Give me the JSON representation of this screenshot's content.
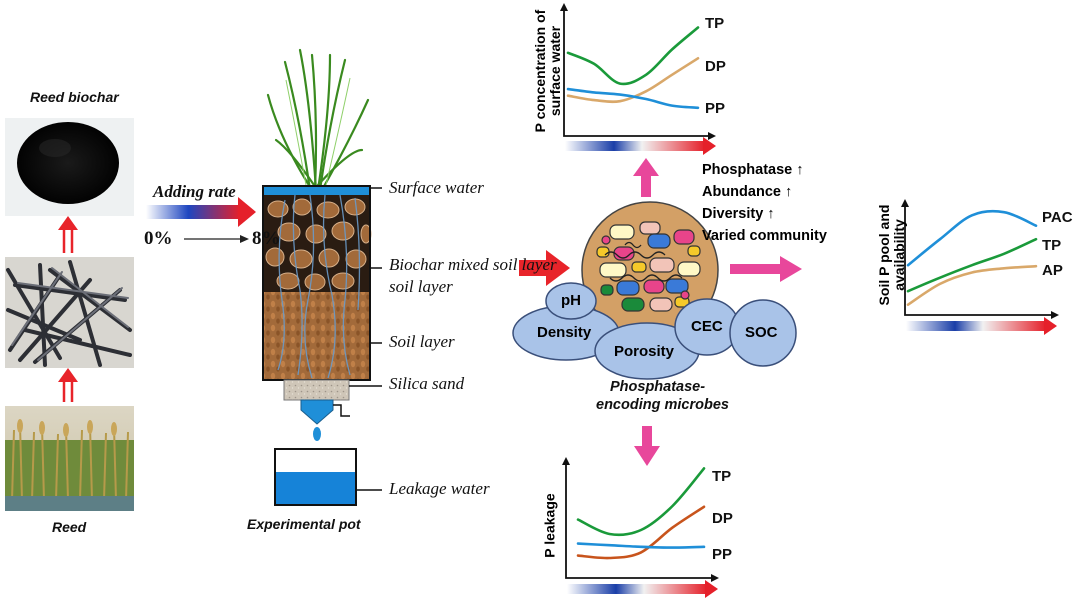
{
  "left_column": {
    "biochar_label": "Reed biochar",
    "reed_label": "Reed"
  },
  "adding": {
    "label": "Adding rate",
    "from": "0%",
    "to": "8%"
  },
  "pot": {
    "caption": "Experimental pot",
    "layers": [
      "Surface water",
      "Biochar mixed soil layer",
      "Soil layer",
      "Silica sand",
      "Leakage water"
    ],
    "layer_line2": "soil layer"
  },
  "microbes": {
    "caption_line1": "Phosphatase-",
    "caption_line2": "encoding microbes",
    "properties": [
      "pH",
      "Density",
      "Porosity",
      "CEC",
      "SOC"
    ],
    "effects": [
      "Phosphatase ↑",
      "Abundance ↑",
      "Diversity ↑",
      "Varied community"
    ]
  },
  "colors": {
    "tp": "#1a9a3a",
    "dp": "#d9a86a",
    "pp": "#1f8fd8",
    "dp_leak": "#c8541c",
    "pac": "#1f8fd8",
    "ap": "#d9a86a",
    "arrow_pink": "#e8479b",
    "arrow_red": "#e8242a"
  },
  "chart_data": [
    {
      "type": "line",
      "id": "surface",
      "ylabel_line1": "P concentration of",
      "ylabel_line2": "surface water",
      "xlabel": "",
      "series": [
        {
          "name": "TP",
          "values": [
            0.72,
            0.62,
            0.44,
            0.52,
            0.75,
            0.95
          ]
        },
        {
          "name": "DP",
          "values": [
            0.33,
            0.29,
            0.28,
            0.37,
            0.52,
            0.67
          ]
        },
        {
          "name": "PP",
          "values": [
            0.39,
            0.36,
            0.34,
            0.3,
            0.24,
            0.22
          ]
        }
      ]
    },
    {
      "type": "line",
      "id": "availability",
      "ylabel_line1": "Soil P pool and",
      "ylabel_line2": "availability",
      "xlabel": "",
      "series": [
        {
          "name": "PAC",
          "values": [
            0.45,
            0.7,
            0.93,
            0.96,
            0.83
          ]
        },
        {
          "name": "TP",
          "values": [
            0.2,
            0.33,
            0.45,
            0.56,
            0.7
          ]
        },
        {
          "name": "AP",
          "values": [
            0.07,
            0.27,
            0.38,
            0.42,
            0.44
          ]
        }
      ]
    },
    {
      "type": "line",
      "id": "leakage",
      "ylabel_line1": "P leakage",
      "ylabel_line2": "",
      "xlabel": "",
      "series": [
        {
          "name": "TP",
          "values": [
            0.68,
            0.5,
            0.55,
            0.85,
            1.32
          ]
        },
        {
          "name": "DP",
          "values": [
            0.23,
            0.2,
            0.27,
            0.58,
            0.84
          ]
        },
        {
          "name": "PP",
          "values": [
            0.38,
            0.36,
            0.34,
            0.33,
            0.34
          ]
        }
      ]
    }
  ]
}
